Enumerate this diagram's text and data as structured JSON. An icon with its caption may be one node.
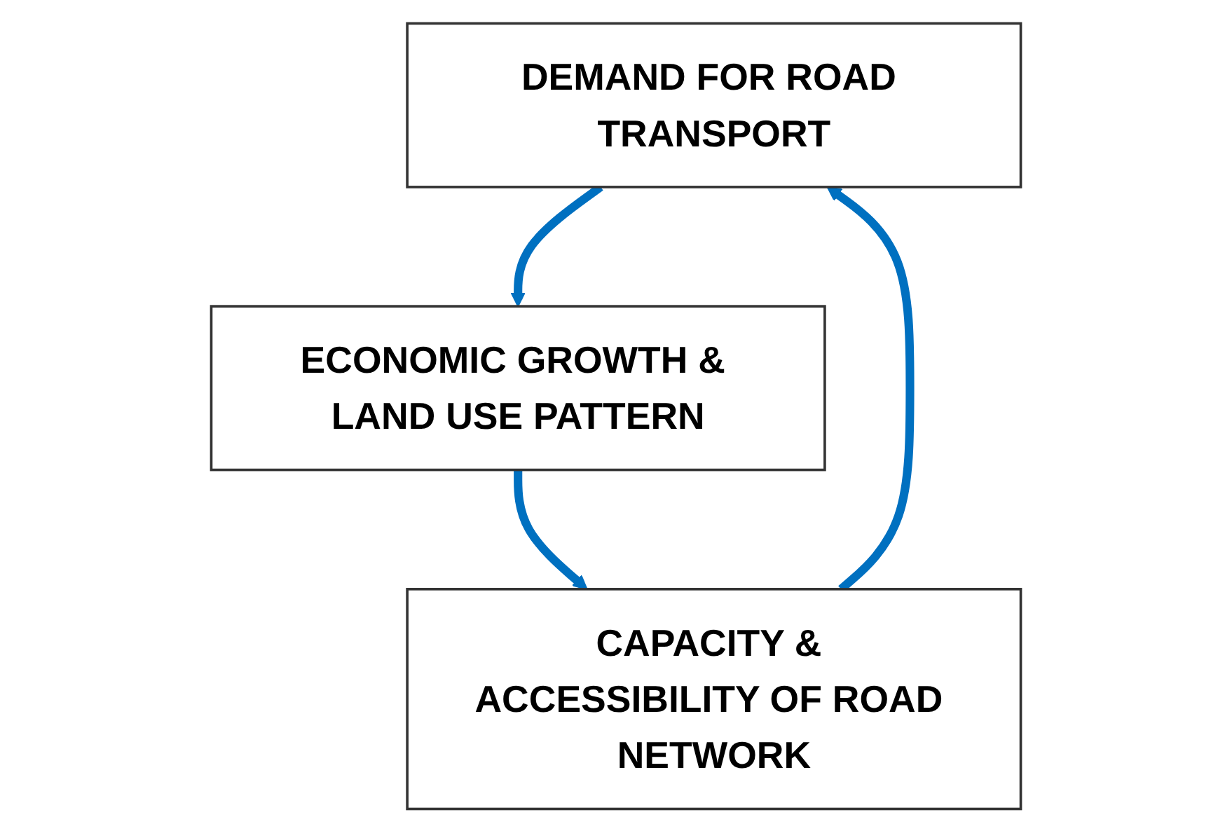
{
  "diagram": {
    "nodes": [
      {
        "text": [
          "DEMAND FOR ROAD TRANSPORT"
        ]
      },
      {
        "text": [
          "ECONOMIC GROWTH & LAND USE PATTERN"
        ]
      },
      {
        "text": [
          "CAPACITY & ACCESSIBILITY OF ROAD NETWORK"
        ]
      }
    ],
    "edges": [
      {
        "from": 0,
        "to": 1,
        "arrow": "to"
      },
      {
        "from": 1,
        "to": 2,
        "arrow": "to"
      },
      {
        "from": 2,
        "to": 0,
        "arrow": "to"
      }
    ]
  }
}
